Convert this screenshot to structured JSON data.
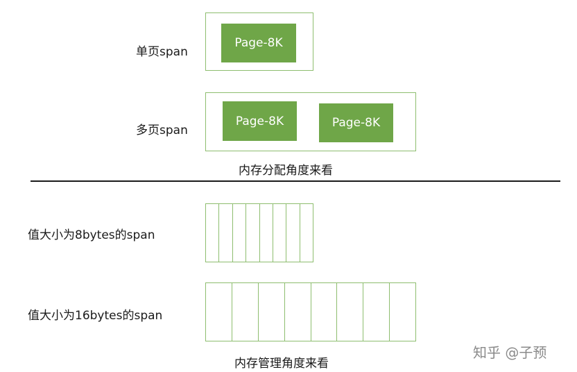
{
  "alloc_view": {
    "single_span_label": "单页span",
    "multi_span_label": "多页span",
    "single_pages": [
      "Page-8K"
    ],
    "multi_pages": [
      "Page-8K",
      "Page-8K"
    ],
    "caption": "内存分配角度来看"
  },
  "mgmt_view": {
    "span8_label": "值大小为8bytes的span",
    "span16_label": "值大小为16bytes的span",
    "span8_cells": 8,
    "span16_cells": 8,
    "caption": "内存管理角度来看"
  },
  "watermark": "知乎 @子预",
  "colors": {
    "page_fill": "#6fa648",
    "border": "#8dbd6e"
  }
}
